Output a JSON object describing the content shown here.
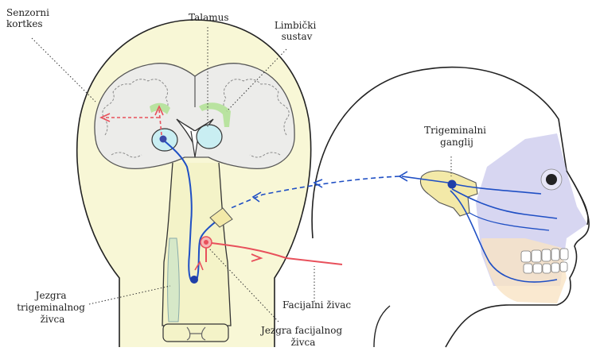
{
  "labels": {
    "sensory_cortex": [
      "Senzorni",
      "kortkes"
    ],
    "thalamus": [
      "Talamus"
    ],
    "limbic_system": [
      "Limbički",
      "sustav"
    ],
    "trigeminal_ganglion": [
      "Trigeminalni",
      "ganglij"
    ],
    "trigeminal_nucleus": [
      "Jezgra",
      "trigeminalnog",
      "živca"
    ],
    "facial_nerve": [
      "Facijalni živac"
    ],
    "facial_nucleus": [
      "Jezgra facijalnog",
      "živca"
    ]
  },
  "colors": {
    "afferent_pathway": "#1f4fc4",
    "cortical_projection": "#e8505b",
    "facial_nerve": "#e8505b",
    "head_fill": "#f8f7d6",
    "limbic_system": "#b9e3a0",
    "thalamus": "#c9eef2",
    "ganglion": "#f3e9a8",
    "face_region": "#c9c8ec"
  }
}
